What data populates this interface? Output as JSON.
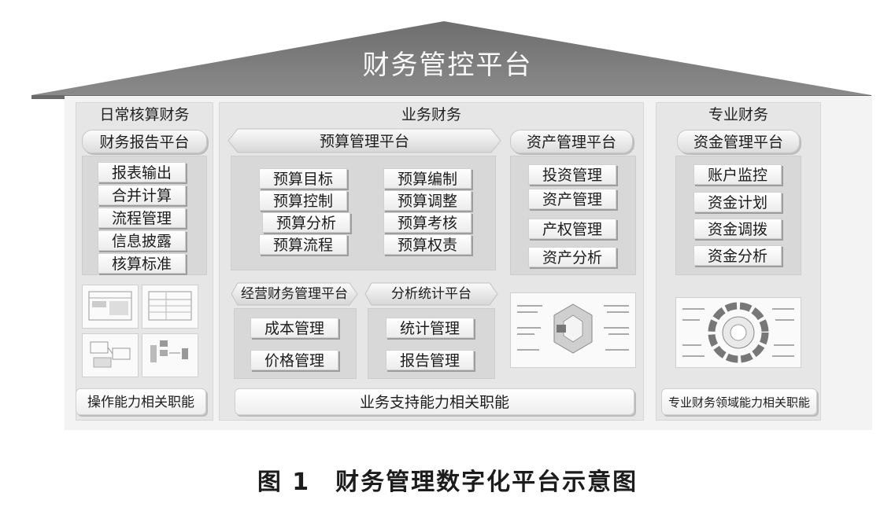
{
  "title": "财务管控平台",
  "caption": "图 1　财务管理数字化平台示意图",
  "left": {
    "header": "日常核算财务",
    "platform": "财务报告平台",
    "items": [
      "报表输出",
      "合并计算",
      "流程管理",
      "信息披露",
      "核算标准"
    ],
    "footer": "操作能力相关职能"
  },
  "center": {
    "header": "业务财务",
    "budget_platform": "预算管理平台",
    "budget_items": [
      "预算目标",
      "预算编制",
      "预算控制",
      "预算调整",
      "预算分析",
      "预算考核",
      "预算流程",
      "预算权责"
    ],
    "asset_platform": "资产管理平台",
    "asset_items": [
      "投资管理",
      "资产管理",
      "产权管理",
      "资产分析"
    ],
    "operation_platform": "经营财务管理平台",
    "operation_items": [
      "成本管理",
      "价格管理"
    ],
    "stats_platform": "分析统计平台",
    "stats_items": [
      "统计管理",
      "报告管理"
    ],
    "footer": "业务支持能力相关职能"
  },
  "right": {
    "header": "专业财务",
    "platform": "资金管理平台",
    "items": [
      "账户监控",
      "资金计划",
      "资金调拨",
      "资金分析"
    ],
    "footer": "专业财务领域能力相关职能"
  }
}
